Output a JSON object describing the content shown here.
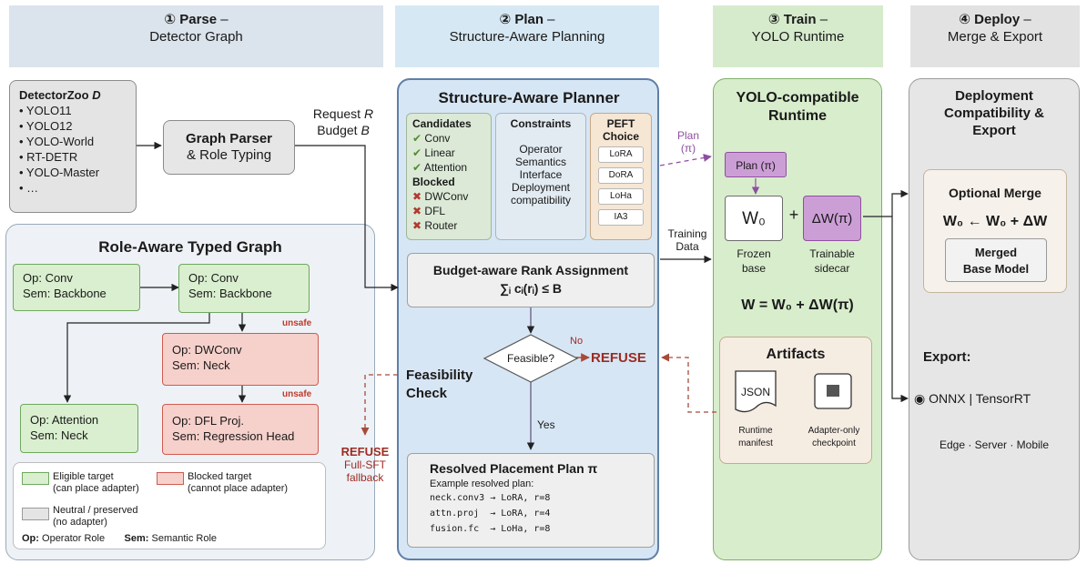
{
  "stages": [
    {
      "num": "① Parse",
      "dash": " –",
      "sub": "Detector Graph",
      "color": "#dbe3ec"
    },
    {
      "num": "② Plan",
      "dash": " –",
      "sub": "Structure-Aware Planning",
      "color": "#d6e8f3"
    },
    {
      "num": "③ Train",
      "dash": " –",
      "sub": "YOLO Runtime",
      "color": "#d6ebcc"
    },
    {
      "num": "④ Deploy",
      "dash": " –",
      "sub": "Merge & Export",
      "color": "#e2e2e2"
    }
  ],
  "parse": {
    "zoo_title": "DetectorZoo",
    "zoo_var": "D",
    "zoo_items": [
      "• YOLO11",
      "• YOLO12",
      "• YOLO-World",
      "• RT-DETR",
      "• YOLO-Master",
      "• …"
    ],
    "parser_line1": "Graph Parser",
    "parser_line2": "& Role Typing",
    "request_label": "Request",
    "request_var": "R",
    "budget_label": "Budget",
    "budget_var": "B",
    "graph_title": "Role-Aware Typed Graph",
    "nodes": {
      "conv1": {
        "op": "Op: Conv",
        "sem": "Sem: Backbone"
      },
      "conv2": {
        "op": "Op: Conv",
        "sem": "Sem: Backbone"
      },
      "dwconv": {
        "op": "Op: DWConv",
        "sem": "Sem: Neck"
      },
      "attention": {
        "op": "Op: Attention",
        "sem": "Sem: Neck"
      },
      "dfl": {
        "op": "Op: DFL Proj.",
        "sem": "Sem: Regression Head"
      }
    },
    "unsafe_label": "unsafe",
    "legend": {
      "eligible1": "Eligible target",
      "eligible2": "(can place adapter)",
      "blocked1": "Blocked target",
      "blocked2": "(cannot place adapter)",
      "neutral1": "Neutral / preserved",
      "neutral2": "(no adapter)",
      "op_key": "Op:",
      "op_desc": "Operator Role",
      "sem_key": "Sem:",
      "sem_desc": "Semantic Role",
      "green": "#d9efcf",
      "red": "#f6d0cb",
      "gray": "#e4e4e4"
    }
  },
  "plan": {
    "title": "Structure-Aware Planner",
    "candidates_title": "Candidates",
    "candidates": [
      "Conv",
      "Linear",
      "Attention"
    ],
    "blocked_title": "Blocked",
    "blocked": [
      "DWConv",
      "DFL",
      "Router"
    ],
    "check_mark": "✔",
    "cross_mark": "✖",
    "constraints_title": "Constraints",
    "constraints": [
      "Operator",
      "Semantics",
      "Interface",
      "Deployment",
      "compatibility"
    ],
    "peft_title1": "PEFT",
    "peft_title2": "Choice",
    "peft_items": [
      "LoRA",
      "DoRA",
      "LoHa",
      "IA3"
    ],
    "budget_title": "Budget-aware Rank Assignment",
    "budget_formula": "∑ᵢ cᵢ(rᵢ) ≤ B",
    "feasible_label": "Feasible?",
    "no_label": "No",
    "yes_label": "Yes",
    "refuse_label": "REFUSE",
    "feasibility_line1": "Feasibility",
    "feasibility_line2": "Check",
    "refuse_left": "REFUSE",
    "fallback1": "Full-SFT",
    "fallback2": "fallback",
    "resolved_title": "Resolved Placement Plan π",
    "resolved_sub": "Example resolved plan:",
    "resolved_lines": [
      "neck.conv3 → LoRA, r=8",
      "attn.proj  → LoRA, r=4",
      "fusion.fc  → LoHa, r=8"
    ]
  },
  "edges": {
    "plan_label1": "Plan",
    "plan_label2": "(π)",
    "training1": "Training",
    "training2": "Data"
  },
  "train": {
    "title1": "YOLO-compatible",
    "title2": "Runtime",
    "plan_box": "Plan (π)",
    "w0": "W₀",
    "plus": "+",
    "dw": "ΔW(π)",
    "frozen1": "Frozen",
    "frozen2": "base",
    "trainable1": "Trainable",
    "trainable2": "sidecar",
    "equation": "W = W₀ + ΔW(π)",
    "artifacts_title": "Artifacts",
    "json_label": "JSON",
    "manifest1": "Runtime",
    "manifest2": "manifest",
    "checkpoint1": "Adapter-only",
    "checkpoint2": "checkpoint",
    "purple": "#cc9ed6"
  },
  "deploy": {
    "title1": "Deployment",
    "title2": "Compatibility &",
    "title3": "Export",
    "merge_title": "Optional Merge",
    "merge_formula": "W₀ ← W₀ + ΔW",
    "merged1": "Merged",
    "merged2": "Base Model",
    "export_label": "Export:",
    "export_options": "◉ ONNX | TensorRT",
    "targets": "Edge · Server · Mobile"
  }
}
